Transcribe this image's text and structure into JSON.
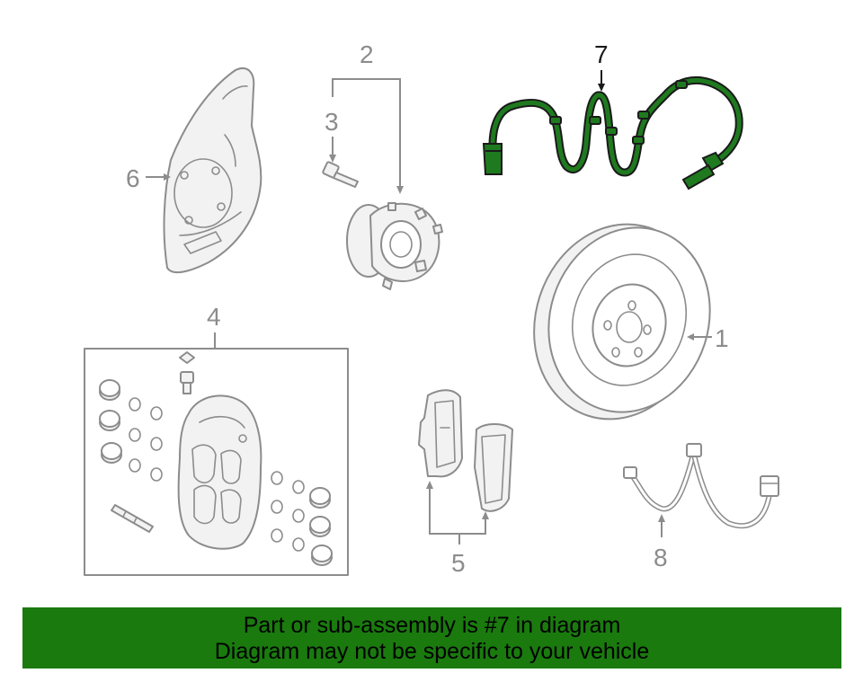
{
  "callouts": {
    "c1": "1",
    "c2": "2",
    "c3": "3",
    "c4": "4",
    "c5": "5",
    "c6": "6",
    "c7": "7",
    "c8": "8"
  },
  "highlight_color": "#1f7a1f",
  "banner": {
    "background": "#1a7a0e",
    "line1": "Part or sub-assembly is #7 in diagram",
    "line2": "Diagram may not be specific to your vehicle"
  }
}
